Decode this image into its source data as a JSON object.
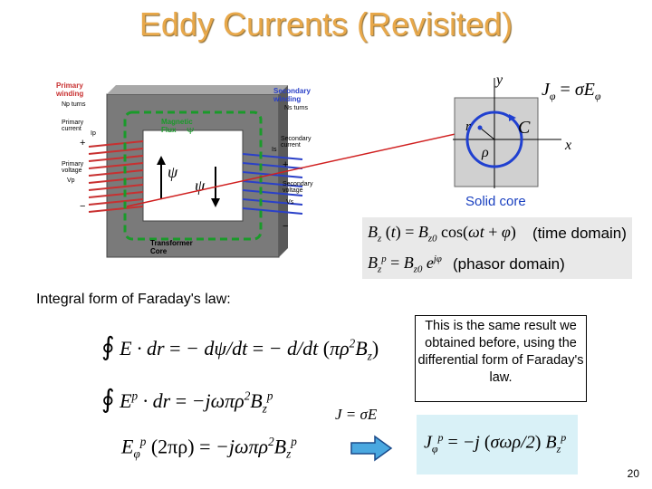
{
  "title": "Eddy Currents (Revisited)",
  "figure": {
    "primary_winding": "Primary winding",
    "np_turns": "Np turns",
    "primary_current": "Primary current",
    "ip": "Ip",
    "primary_voltage": "Primary voltage",
    "vp": "Vp",
    "magnetic_flux": "Magnetic Flux",
    "flux_symbol": "Ψ",
    "secondary_winding": "Secondary winding",
    "ns_turns": "Ns turns",
    "secondary_current": "Secondary current",
    "is": "Is",
    "secondary_voltage": "Secondary voltage",
    "vs": "Vs",
    "transformer_core": "Transformer Core",
    "psi1": "ψ",
    "psi2": "ψ",
    "plus": "+",
    "minus": "−"
  },
  "core_diagram": {
    "y": "y",
    "x": "x",
    "r": "r",
    "rho": "ρ",
    "C": "C",
    "relation": "J_φ = σE_φ",
    "label": "Solid core"
  },
  "equations": {
    "time_domain": "(time domain)",
    "phasor_domain": "(phasor domain)"
  },
  "faraday_label": "Integral form of Faraday's law:",
  "note": "This is the same result we obtained before, using the differential form of Faraday's law.",
  "ohm": "J = σE",
  "page_number": "20",
  "colors": {
    "title": "#e8a84a",
    "green": "#1a9a2a",
    "blue": "#2a40c8",
    "arrow": "#4aa8e0"
  }
}
